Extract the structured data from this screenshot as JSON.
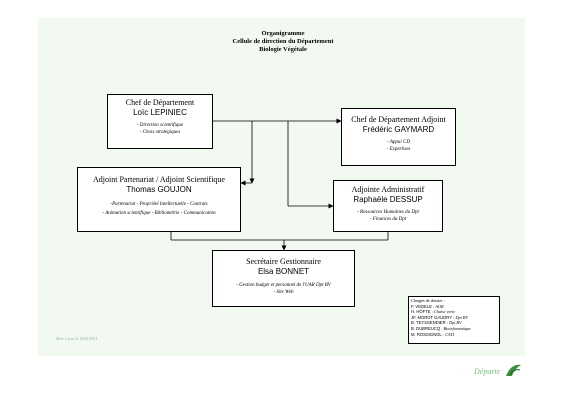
{
  "title": {
    "line1": "Organigramme",
    "line2": "Cellule de direction du Département",
    "line3": "Biologie Végétale"
  },
  "boxes": {
    "chef": {
      "role": "Chef de Département",
      "name": "Loïc LEPINIEC",
      "duties": [
        "- Direction scientifique",
        "- Choix stratégiques"
      ]
    },
    "chef_adjoint": {
      "role": "Chef de Département Adjoint",
      "name": "Frédéric GAYMARD",
      "duties": [
        "- Appui CD",
        "- Expertises"
      ]
    },
    "partenariat": {
      "role": "Adjoint Partenariat / Adjoint Scientifique",
      "name": "Thomas GOUJON",
      "duties": [
        "-Partenariat - Propriété Intellectuelle - Contrats",
        "- Animation scientifique - Bibliométrie - Communication"
      ]
    },
    "administratif": {
      "role": "Adjointe Administratif",
      "name": "Raphaële DESSUP",
      "duties": [
        "- Ressources Humaines du Dpt",
        "- Finances du Dpt"
      ]
    },
    "secretaire": {
      "role": "Secrétaire Gestionnaire",
      "name": "Elsa BONNET",
      "duties": [
        "- Gestion budget et personnel de l'UAR Dpt BV",
        "- Site Web"
      ]
    }
  },
  "legend": {
    "heading": "Chargés de dossier :",
    "items": [
      {
        "name": "F. VEDELE",
        "subject": ": AOR"
      },
      {
        "name": "H. HÖFTE",
        "subject": ": Chaise verte"
      },
      {
        "name": "JF. MOROT GAUDRY",
        "subject": ": Dpt BV"
      },
      {
        "name": "B. TEYSSENDIER",
        "subject": ": Dpt BV"
      },
      {
        "name": "B. DUBREUCQ",
        "subject": ": Bioinformatique"
      },
      {
        "name": "M. ROSSIGNOL",
        "subject": ": CATI"
      }
    ]
  },
  "footer": "Mise à jour le 18/01/2011",
  "logo_text": "Départe"
}
